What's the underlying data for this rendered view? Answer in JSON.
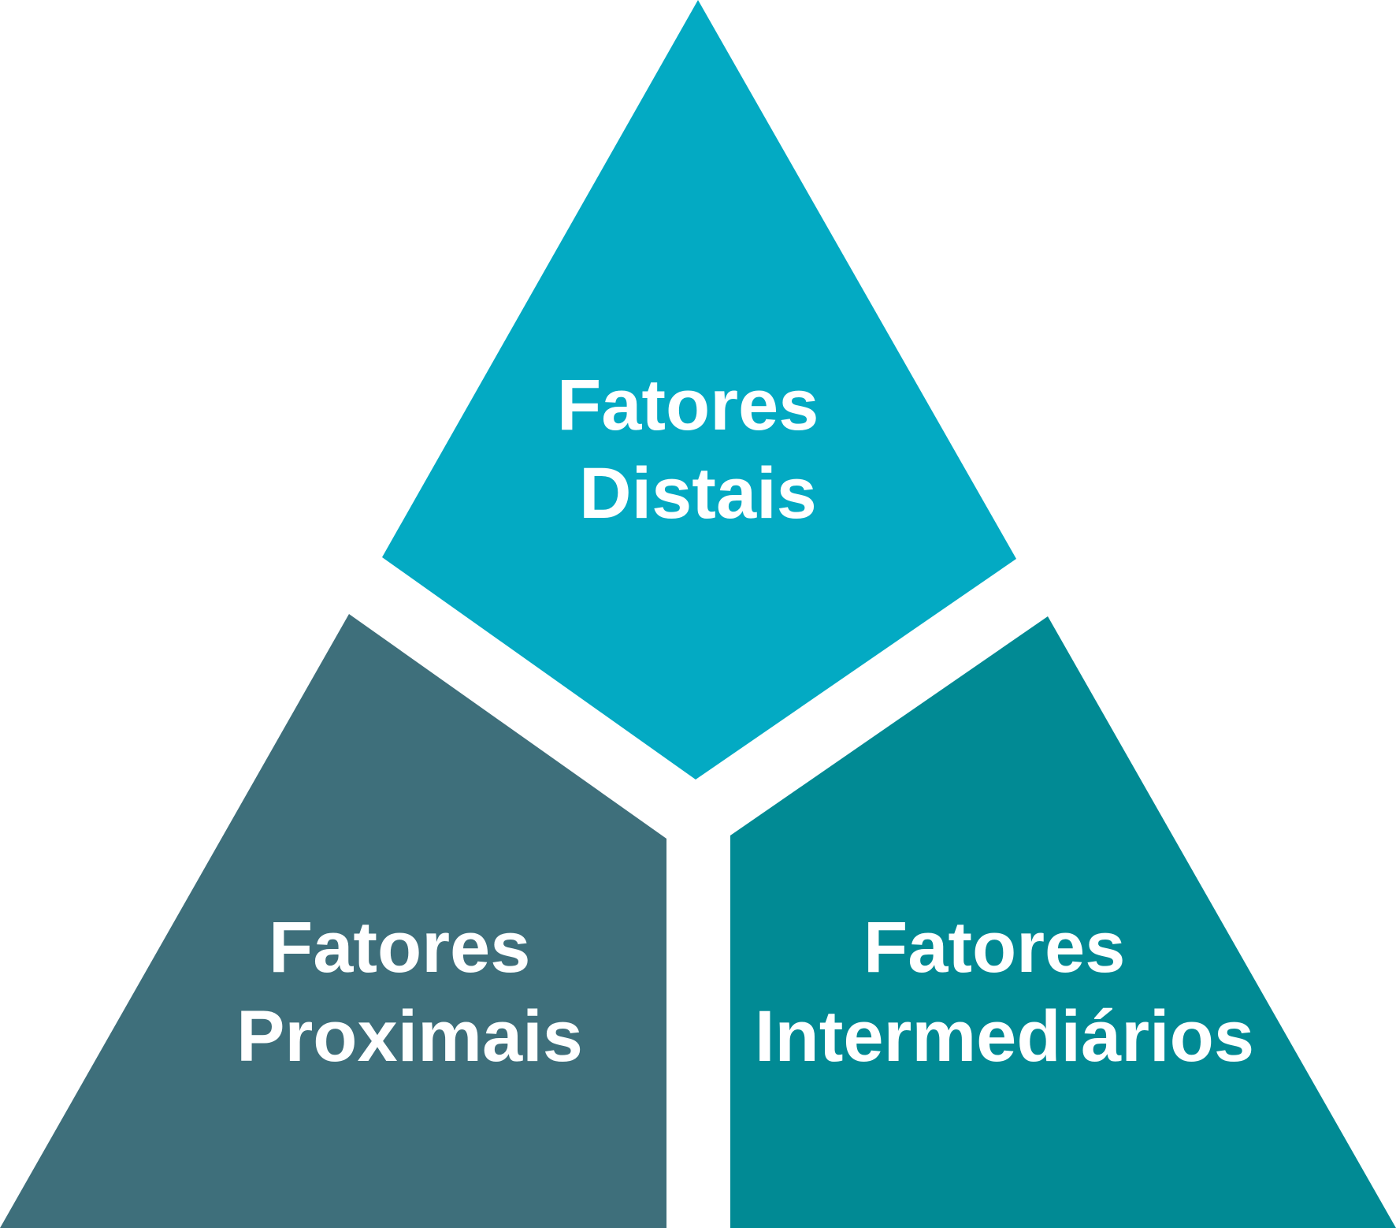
{
  "diagram": {
    "segments": {
      "top": {
        "line1": "Fatores",
        "line2": "Distais",
        "color": "#03AAC3"
      },
      "left": {
        "line1": "Fatores",
        "line2": "Proximais",
        "color": "#3E6F7B"
      },
      "right": {
        "line1": "Fatores",
        "line2": "Intermediários",
        "color": "#018A94"
      }
    }
  }
}
